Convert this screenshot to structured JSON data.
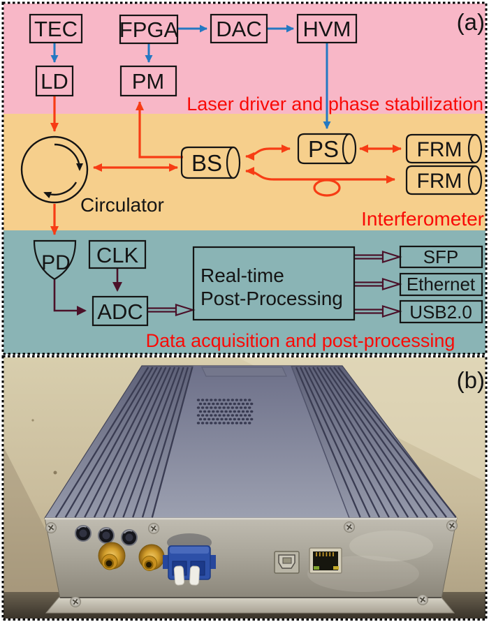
{
  "panel_a": {
    "tag": "(a)"
  },
  "panel_b": {
    "tag": "(b)"
  },
  "regions": {
    "laser_driver": {
      "label": "Laser driver and phase stabilization",
      "bg": "#f8b7c7"
    },
    "interferometer": {
      "label": "Interferometer",
      "bg": "#f6cf8c"
    },
    "daq": {
      "label": "Data acquisition and post-processing",
      "bg": "#8ab4b5"
    }
  },
  "blocks": {
    "tec": "TEC",
    "fpga": "FPGA",
    "dac": "DAC",
    "hvm": "HVM",
    "ld": "LD",
    "pm": "PM",
    "bs": "BS",
    "ps": "PS",
    "frm_top": "FRM",
    "frm_bottom": "FRM",
    "circulator": "Circulator",
    "pd": "PD",
    "clk": "CLK",
    "adc": "ADC",
    "realtime_line1": "Real-time",
    "realtime_line2": "Post-Processing",
    "sfp": "SFP",
    "ethernet": "Ethernet",
    "usb": "USB2.0"
  },
  "colors": {
    "region_label_red": "#f90a06",
    "signal_red": "#f73c14",
    "control_blue": "#2478c2",
    "data_maroon": "#4b1129",
    "outline_black": "#141414"
  }
}
